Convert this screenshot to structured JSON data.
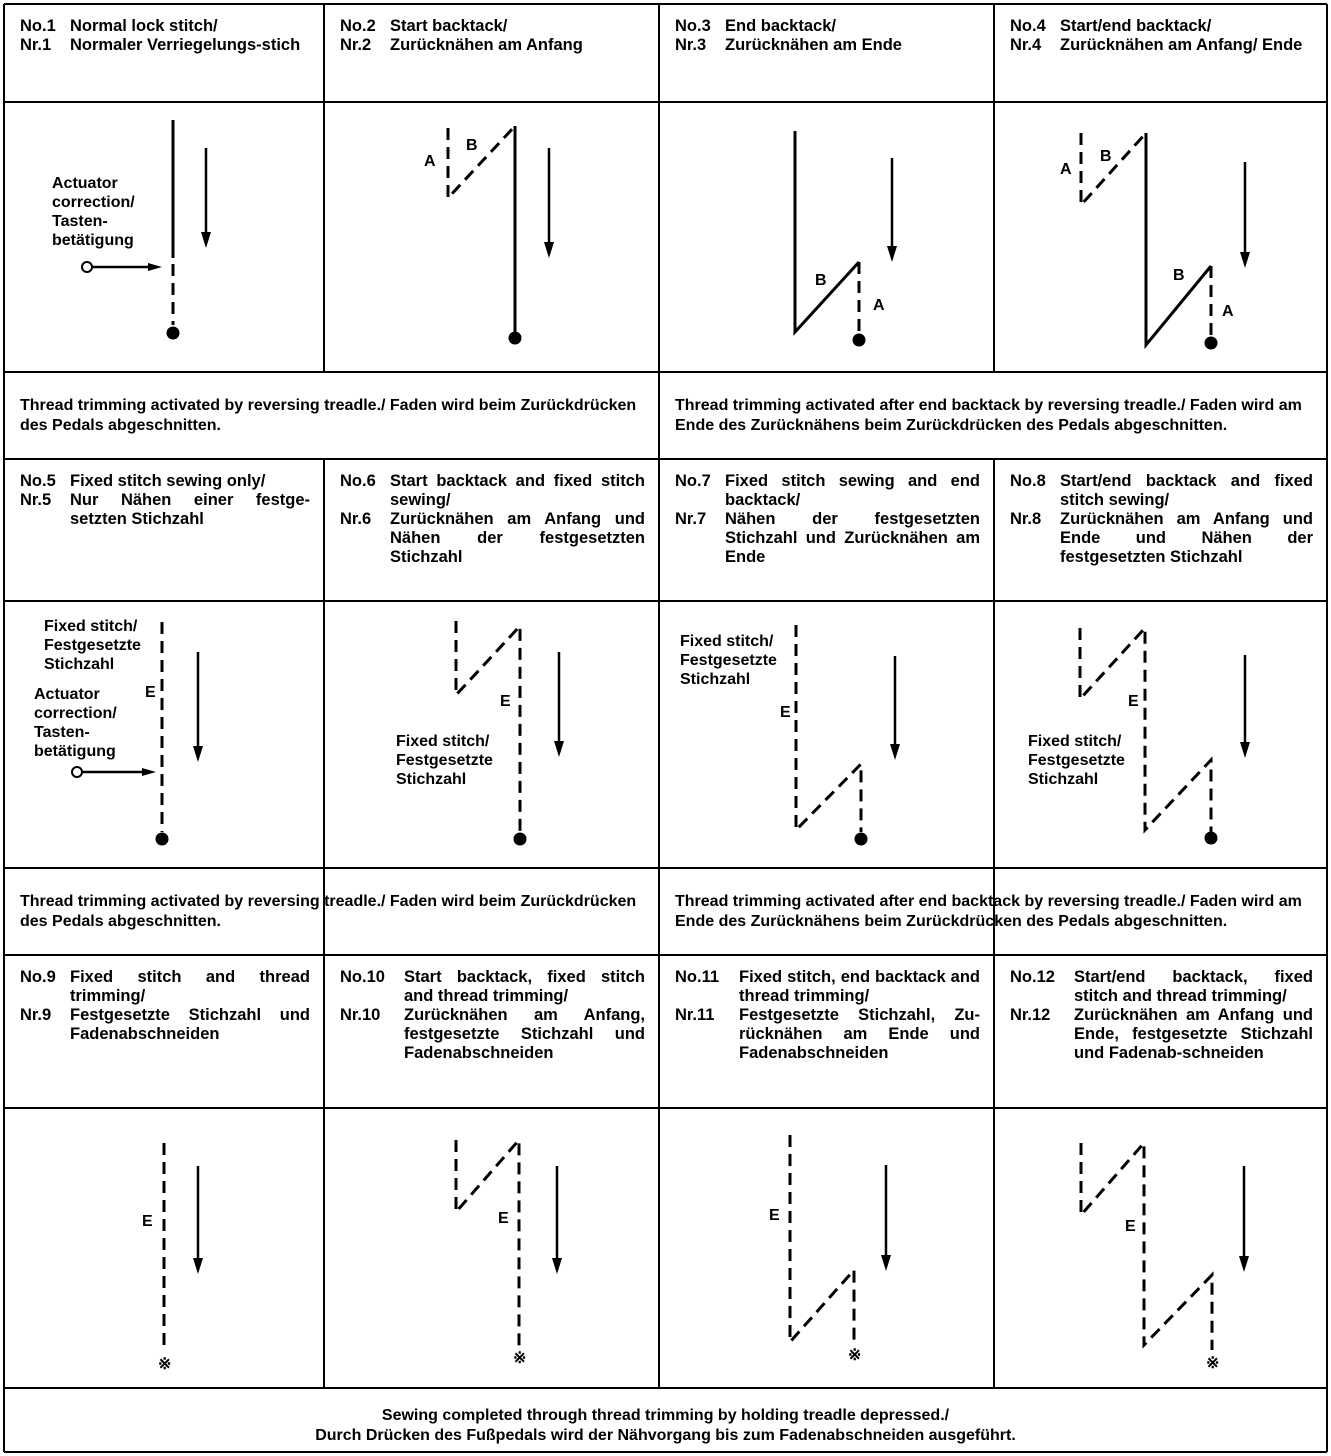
{
  "headers": [
    [
      {
        "pre": "No.1",
        "text": "Normal lock stitch/"
      },
      {
        "pre": "Nr.1",
        "text": "Normaler Verriegelungs-stich"
      }
    ],
    [
      {
        "pre": "No.2",
        "text": "Start backtack/"
      },
      {
        "pre": "Nr.2",
        "text": "Zurücknähen am Anfang"
      }
    ],
    [
      {
        "pre": "No.3",
        "text": "End backtack/"
      },
      {
        "pre": "Nr.3",
        "text": "Zurücknähen am Ende"
      }
    ],
    [
      {
        "pre": "No.4",
        "text": "Start/end backtack/"
      },
      {
        "pre": "Nr.4",
        "text": "Zurücknähen am Anfang/ Ende"
      }
    ],
    [
      {
        "pre": "No.5",
        "text": "Fixed stitch sewing only/"
      },
      {
        "pre": "Nr.5",
        "text": "Nur Nähen einer festge-setzten Stichzahl"
      }
    ],
    [
      {
        "pre": "No.6",
        "text": "Start backtack and fixed stitch sewing/"
      },
      {
        "pre": "Nr.6",
        "text": "Zurücknähen am Anfang und Nähen der festgesetzten Stichzahl"
      }
    ],
    [
      {
        "pre": "No.7",
        "text": "Fixed stitch sewing and end backtack/"
      },
      {
        "pre": "Nr.7",
        "text": "Nähen der festgesetzten Stichzahl und Zurücknähen am Ende"
      }
    ],
    [
      {
        "pre": "No.8",
        "text": "Start/end backtack and fixed stitch sewing/"
      },
      {
        "pre": "Nr.8",
        "text": "Zurücknähen am Anfang und Ende und Nähen der festgesetzten Stichzahl"
      }
    ],
    [
      {
        "pre": "No.9",
        "text": "Fixed stitch and thread trimming/"
      },
      {
        "pre": "Nr.9",
        "text": "Festgesetzte Stichzahl und Fadenabschneiden"
      }
    ],
    [
      {
        "pre": "No.10",
        "text": "Start backtack, fixed stitch and thread trimming/"
      },
      {
        "pre": "Nr.10",
        "text": "Zurücknähen am Anfang, festgesetzte Stichzahl und Fadenabschneiden"
      }
    ],
    [
      {
        "pre": "No.11",
        "text": "Fixed stitch, end backtack and thread trimming/"
      },
      {
        "pre": "Nr.11",
        "text": "Festgesetzte Stichzahl, Zu-rücknähen am Ende und Fadenabschneiden"
      }
    ],
    [
      {
        "pre": "No.12",
        "text": "Start/end backtack, fixed stitch and thread trimming/"
      },
      {
        "pre": "Nr.12",
        "text": "Zurücknähen am Anfang und Ende, festgesetzte Stichzahl und Fadenab-schneiden"
      }
    ]
  ],
  "notes": {
    "trim_reverse": "Thread trimming activated by reversing treadle./ Faden wird beim Zurückdrücken des Pedals abgeschnitten.",
    "trim_after_end": "Thread trimming activated after end backtack by reversing treadle./ Faden wird am Ende des Zurücknähens beim Zurückdrücken des Pedals abgeschnitten.",
    "footer_line1": "Sewing completed through thread trimming by holding treadle depressed./",
    "footer_line2": "Durch Drücken des Fußpedals wird der Nähvorgang bis zum Fadenabschneiden ausgeführt."
  },
  "labels": {
    "actuator": "Actuator correction/ Tasten-betätigung",
    "fixed_stitch": "Fixed stitch/ Festgesetzte Stichzahl",
    "a": "A",
    "b": "B",
    "e": "E",
    "trim_mark": "※"
  }
}
